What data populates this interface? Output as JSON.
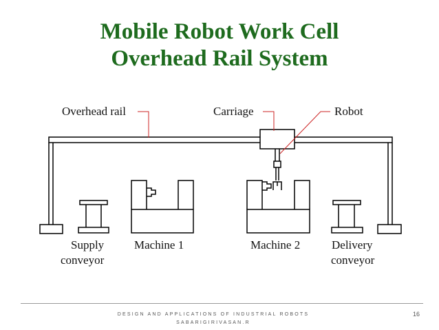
{
  "slide": {
    "title_line1": "Mobile Robot Work Cell",
    "title_line2": "Overhead Rail System",
    "footer_line1": "DESIGN AND APPLICATIONS OF INDUSTRIAL ROBOTS",
    "footer_line2": "SABARIGIRIVASAN.R",
    "page_number": "16"
  },
  "diagram": {
    "callouts": {
      "overhead_rail": "Overhead rail",
      "carriage": "Carriage",
      "robot": "Robot"
    },
    "stations": {
      "supply_line1": "Supply",
      "supply_line2": "conveyor",
      "machine1": "Machine 1",
      "machine2": "Machine 2",
      "delivery_line1": "Delivery",
      "delivery_line2": "conveyor"
    },
    "colors": {
      "title": "#1e6b1e",
      "callout_line": "#cc2222",
      "drawing": "#000000"
    }
  }
}
